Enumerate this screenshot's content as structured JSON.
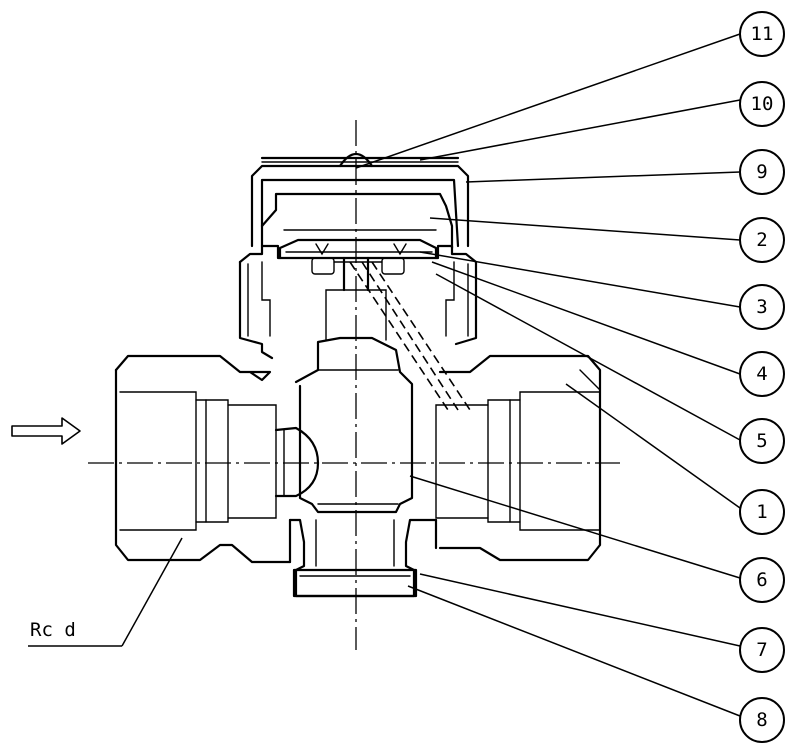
{
  "thread_label": "Rc d",
  "balloons": [
    "11",
    "10",
    "9",
    "2",
    "3",
    "4",
    "5",
    "1",
    "6",
    "7",
    "8"
  ],
  "flow_direction": "left-to-right"
}
